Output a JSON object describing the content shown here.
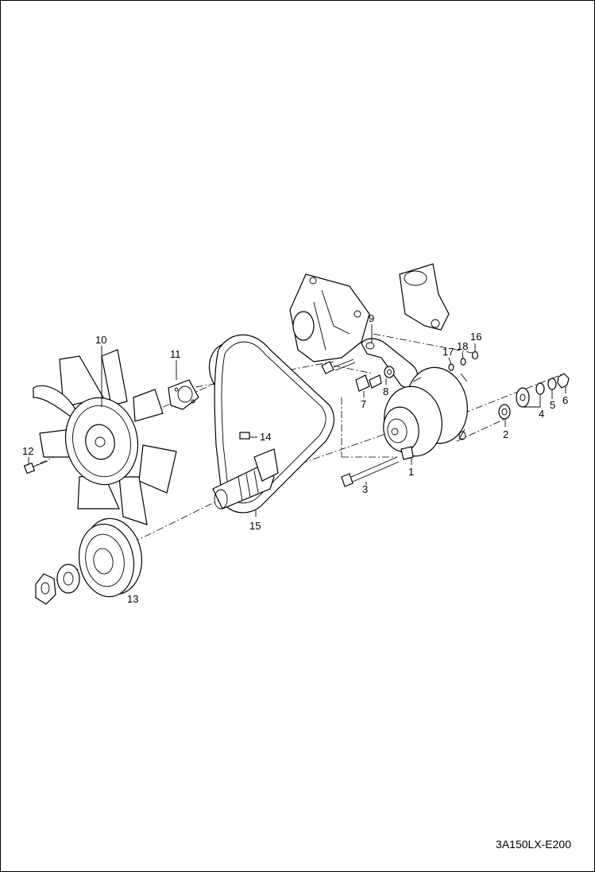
{
  "drawing_code": "3A150LX-E200",
  "callouts": [
    "1",
    "2",
    "3",
    "4",
    "5",
    "6",
    "7",
    "8",
    "9",
    "10",
    "11",
    "12",
    "13",
    "14",
    "15",
    "16",
    "17",
    "18"
  ],
  "colors": {
    "line": "#000000",
    "background": "#ffffff"
  }
}
